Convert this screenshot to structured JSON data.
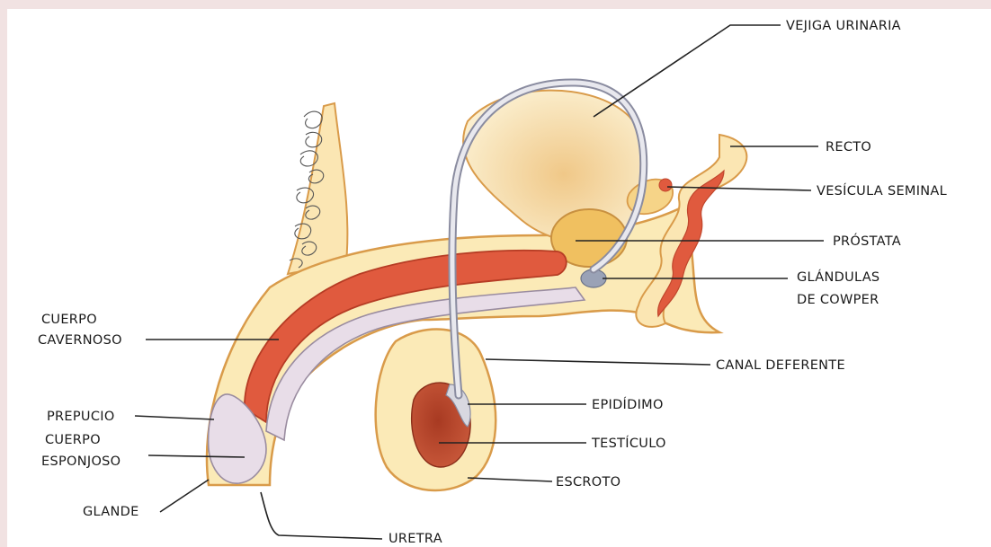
{
  "diagram": {
    "labels": {
      "vejiga": "VEJIGA URINARIA",
      "recto": "RECTO",
      "vesicula": "VESÍCULA SEMINAL",
      "prostata": "PRÓSTATA",
      "cowper_1": "GLÁNDULAS",
      "cowper_2": "DE COWPER",
      "cavernoso_1": "CUERPO",
      "cavernoso_2": "CAVERNOSO",
      "canal": "CANAL DEFERENTE",
      "prepucio": "PREPUCIO",
      "epididimo": "EPIDÍDIMO",
      "esponjoso_1": "CUERPO",
      "esponjoso_2": "ESPONJOSO",
      "testiculo": "TESTÍCULO",
      "escroto": "ESCROTO",
      "glande": "GLANDE",
      "uretra": "URETRA"
    },
    "colors": {
      "background": "#f1e2e2",
      "canvas": "#ffffff",
      "tissue_light": "#fbeab7",
      "tissue_mid": "#f6d488",
      "outline": "#d99b4a",
      "erectile": "#e05a3e",
      "testis": "#b5452c",
      "duct": "#d8d8e0",
      "glans": "#e8dde8"
    }
  }
}
